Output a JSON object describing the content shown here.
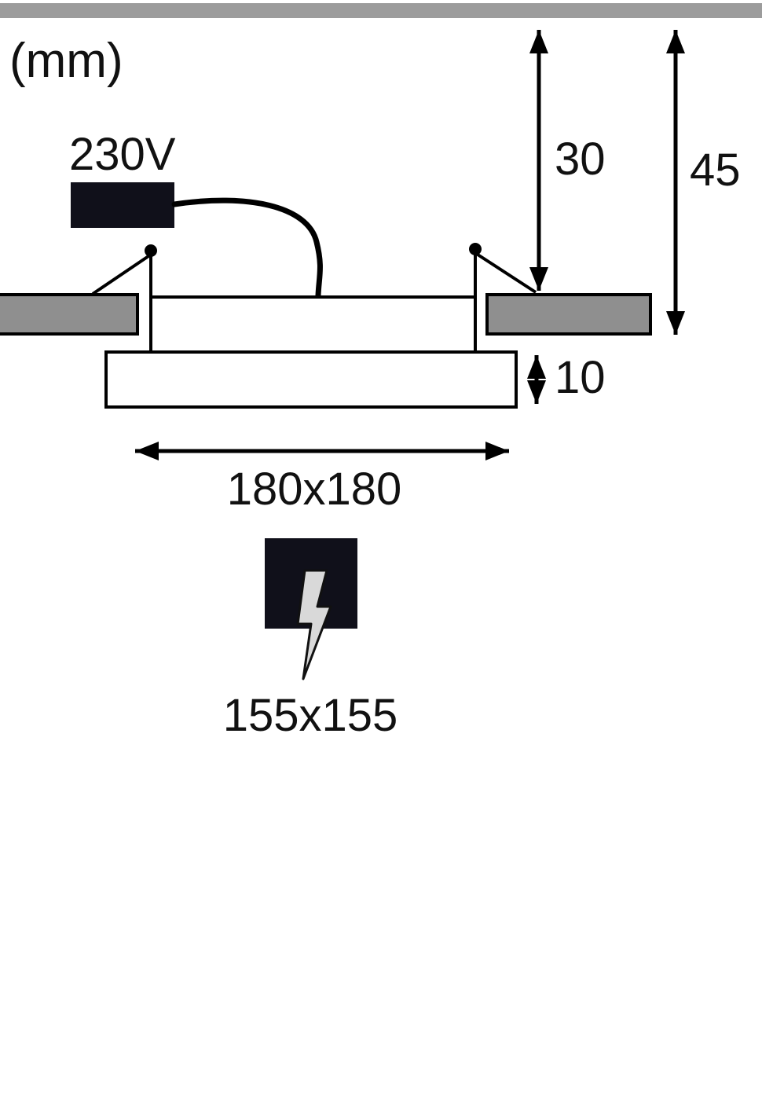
{
  "diagram": {
    "unit": "(mm)",
    "labels": {
      "voltage": "230V",
      "depth_recess": "30",
      "depth_total": "45",
      "thickness": "10",
      "panel_size": "180x180",
      "cutout_size": "155x155"
    },
    "colors": {
      "ceiling_bar": "#9c9c9c",
      "ceiling_block": "#8f8f8f",
      "outline": "#000000",
      "driver_box": "#10101a",
      "cutout_square": "#10101a",
      "bolt_fill": "#d9d9d9",
      "panel_fill": "#ffffff"
    }
  }
}
